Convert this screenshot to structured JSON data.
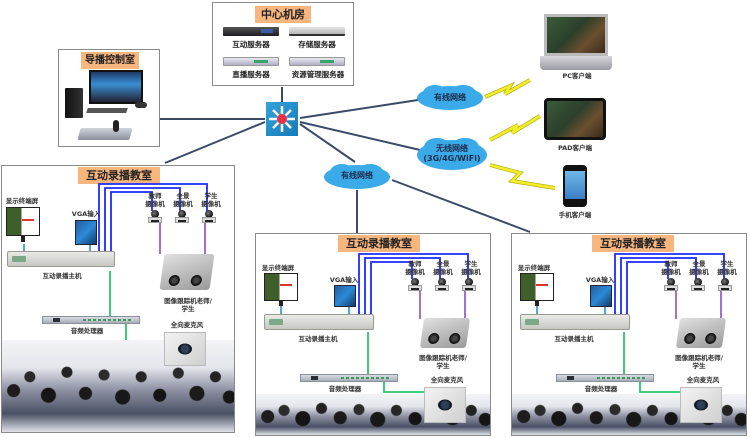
{
  "diagram": {
    "type": "network-topology",
    "central_room": {
      "title": "中心机房",
      "servers": [
        {
          "label": "互动服务器",
          "icon": "rack-server-dark-icon"
        },
        {
          "label": "存储服务器",
          "icon": "storage-server-icon"
        },
        {
          "label": "直播服务器",
          "icon": "rack-server-light-icon"
        },
        {
          "label": "资源管理服务器",
          "icon": "rack-server-light-icon"
        }
      ]
    },
    "control_room": {
      "title": "导播控制室",
      "devices": [
        "pc-tower-icon",
        "monitor-icon",
        "keyboard-icon",
        "gooseneck-mic-icon",
        "ptz-controller-icon"
      ]
    },
    "core_switch": {
      "icon": "layer3-switch-icon",
      "accent": "#e8304a",
      "color": "#1f8cc8"
    },
    "networks": {
      "wired_top": "有线网络",
      "wireless": "无线网络",
      "wireless_sub": "(3G/4G/WiFi)",
      "wired_mid": "有线网络"
    },
    "clients": [
      {
        "label": "PC客户端",
        "icon": "laptop-icon"
      },
      {
        "label": "PAD客户端",
        "icon": "tablet-icon"
      },
      {
        "label": "手机客户端",
        "icon": "smartphone-icon"
      }
    ],
    "classroom": {
      "title": "互动录播教室",
      "display_label": "显示终端屏",
      "vga_label": "VGA输入",
      "cameras": [
        {
          "line1": "教师",
          "line2": "摄像机"
        },
        {
          "line1": "全景",
          "line2": "摄像机"
        },
        {
          "line1": "学生",
          "line2": "摄像机"
        }
      ],
      "host_label": "互动录播主机",
      "tracker_label_1": "图像跟踪机老师/",
      "tracker_label_2": "学生",
      "audio_label": "音频处理器",
      "mic_label": "全向麦克风"
    },
    "classroom_count": 3,
    "colors": {
      "title_tag": "#f8b67f",
      "cloud": "#3aaae8",
      "link_line": "#3b4a68",
      "video_cable": "#1a2cff",
      "control_cable": "#9a5fc8",
      "audio_cable": "#2cc46a",
      "hdmi_cable": "#3aa0c8",
      "wireless_bolt": "#f2ee2a"
    }
  }
}
